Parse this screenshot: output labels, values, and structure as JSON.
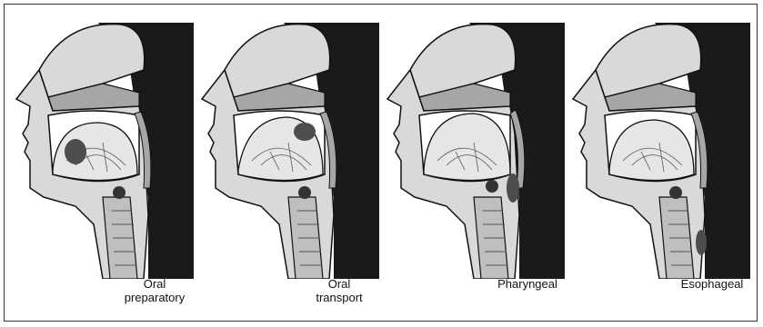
{
  "figure": {
    "stages": [
      {
        "line1": "Oral",
        "line2": "preparatory"
      },
      {
        "line1": "Oral",
        "line2": "transport"
      },
      {
        "line1": "Pharyngeal",
        "line2": ""
      },
      {
        "line1": "Esophageal",
        "line2": ""
      }
    ]
  },
  "colors": {
    "background_dark": "#1a1a1a",
    "tissue_light": "#d9d9d9",
    "tissue_mid": "#a6a6a6",
    "outline": "#111111"
  },
  "icons": [
    "head-sagittal-section-illustration"
  ]
}
